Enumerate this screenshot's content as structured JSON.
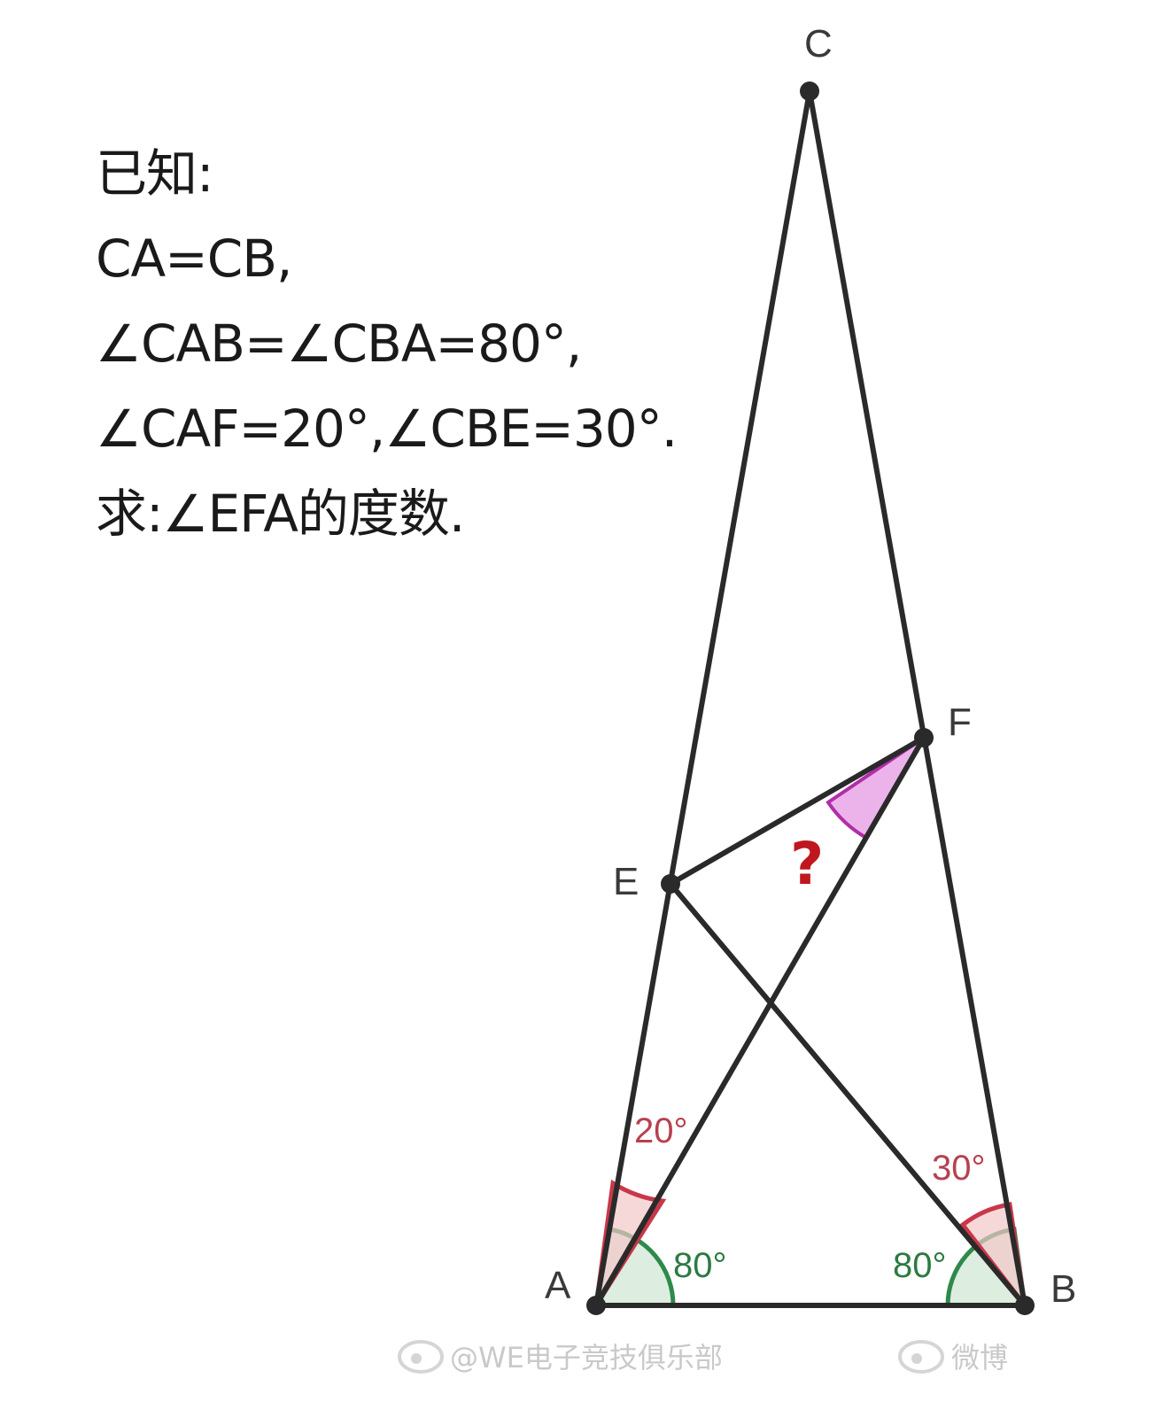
{
  "given": {
    "heading": "已知:",
    "lines": [
      "CA=CB,",
      "∠CAB=∠CBA=80°,",
      "∠CAF=20°,∠CBE=30°.",
      "求:∠EFA的度数."
    ]
  },
  "points": {
    "C": "C",
    "F": "F",
    "E": "E",
    "A": "A",
    "B": "B"
  },
  "angles": {
    "caf": "20°",
    "cbe": "30°",
    "cab": "80°",
    "cba": "80°",
    "unknown": "?"
  },
  "watermark": {
    "left": "@WE电子竞技俱乐部",
    "right": "微博"
  },
  "colors": {
    "line": "#2a2a2a",
    "red_arc": "#c8384a",
    "green_arc": "#2e8a4a",
    "pink_fill": "#e9a6e6"
  }
}
